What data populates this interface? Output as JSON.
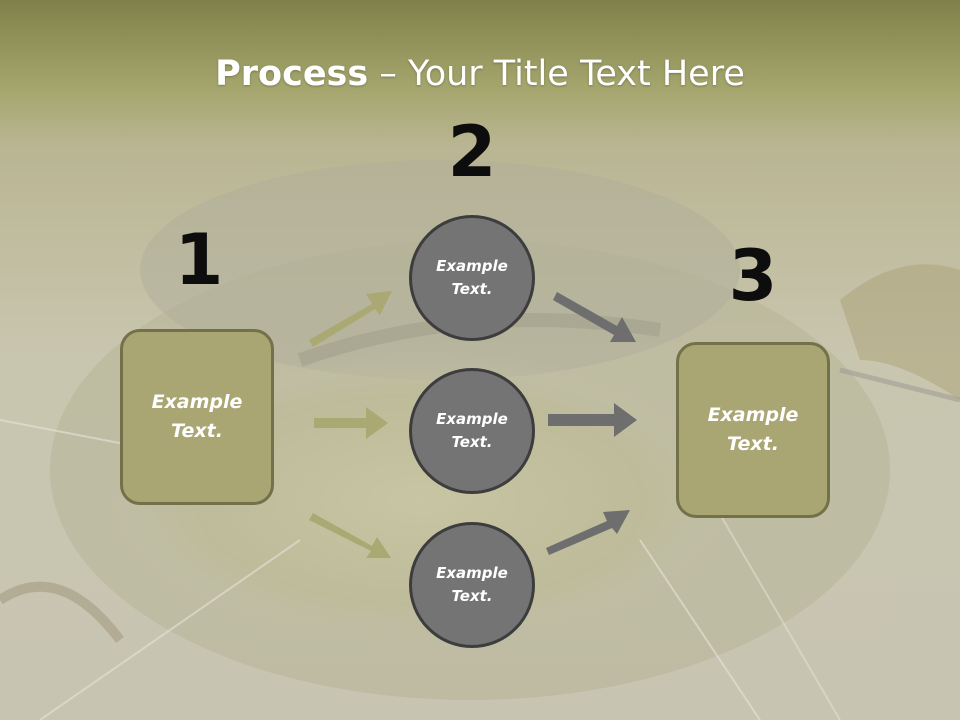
{
  "slide": {
    "title_bold": "Process",
    "title_rest": " – Your Title Text Here"
  },
  "steps": [
    {
      "number": "1",
      "text_line1": "Example",
      "text_line2": "Text."
    },
    {
      "number": "2",
      "text_line1": "Example",
      "text_line2": "Text."
    },
    {
      "number": "3",
      "text_line1": "Example",
      "text_line2": "Text."
    }
  ],
  "circles": [
    {
      "text_line1": "Example",
      "text_line2": "Text."
    },
    {
      "text_line1": "Example",
      "text_line2": "Text."
    },
    {
      "text_line1": "Example",
      "text_line2": "Text."
    }
  ],
  "colors": {
    "box_fill": "#a9a673",
    "circle_fill": "#747474",
    "arrow_left": "#aaa873",
    "arrow_right": "#6e6e6e"
  }
}
